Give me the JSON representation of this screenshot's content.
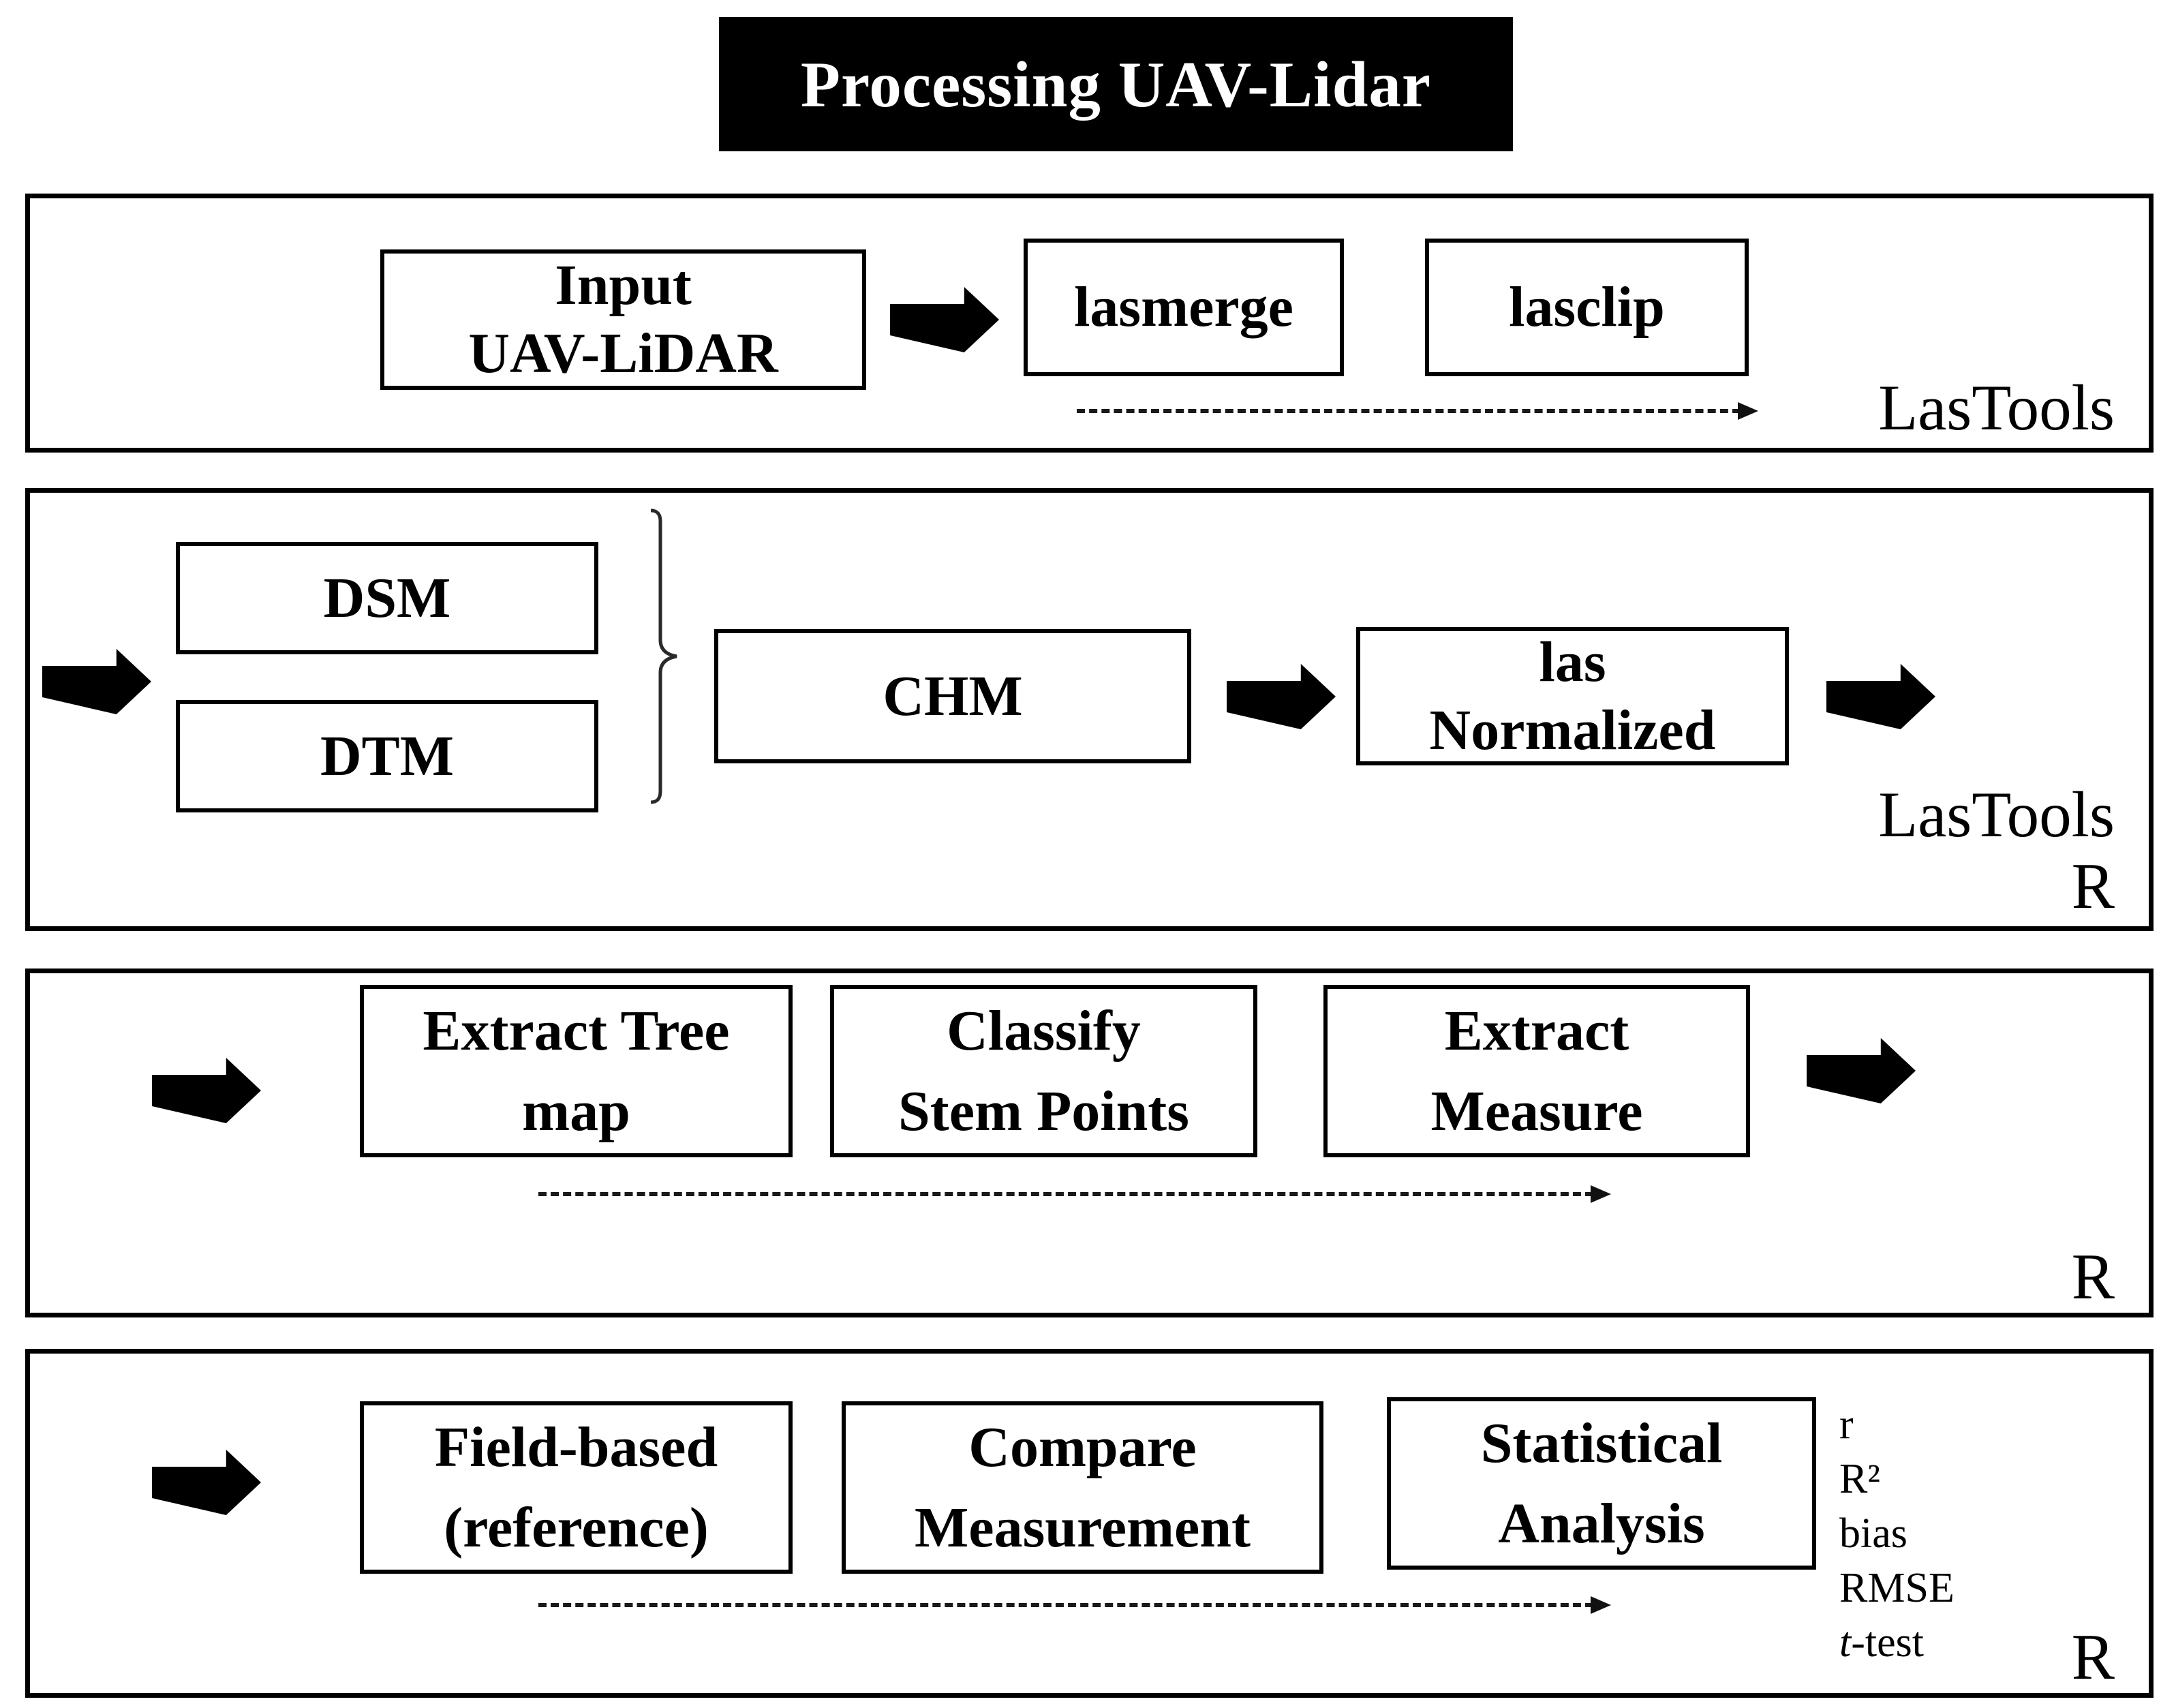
{
  "title": "Processing UAV-Lidar",
  "colors": {
    "ink": "#000000",
    "background": "#ffffff",
    "title_bg": "#000000",
    "title_text": "#ffffff",
    "dashed_arrow": "#1a1a1a"
  },
  "section1": {
    "input_box": {
      "line1": "Input",
      "line2": "UAV-LiDAR"
    },
    "lasmerge": "lasmerge",
    "lasclip": "lasclip",
    "tool_label": "LasTools"
  },
  "section2": {
    "dsm": "DSM",
    "dtm": "DTM",
    "chm": "CHM",
    "las_normalized": {
      "line1": "las",
      "line2": "Normalized"
    },
    "tool_label_line1": "LasTools",
    "tool_label_line2": "R"
  },
  "section3": {
    "extract_tree_map": {
      "line1": "Extract Tree",
      "line2": "map"
    },
    "classify_stem_points": {
      "line1": "Classify",
      "line2": "Stem Points"
    },
    "extract_measure": {
      "line1": "Extract",
      "line2": "Measure"
    },
    "tool_label": "R"
  },
  "section4": {
    "field_based": {
      "line1": "Field-based",
      "line2": "(reference)"
    },
    "compare_measurement": {
      "line1": "Compare",
      "line2": "Measurement"
    },
    "statistical_analysis": {
      "line1": "Statistical",
      "line2": "Analysis"
    },
    "metrics": [
      "r",
      "R²",
      "bias",
      "RMSE"
    ],
    "t_test": {
      "italic": "t",
      "rest": "-test"
    },
    "tool_label": "R"
  }
}
